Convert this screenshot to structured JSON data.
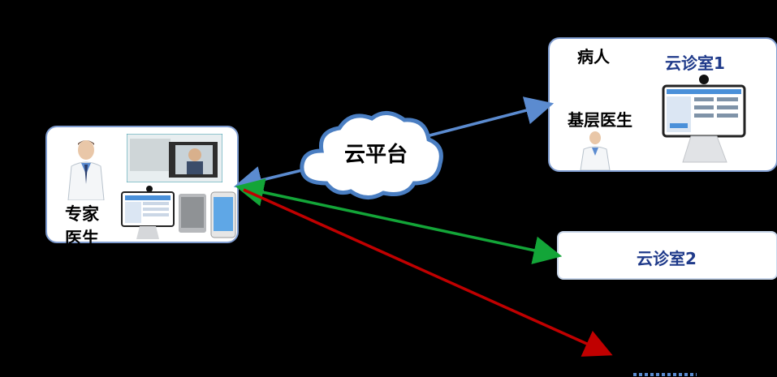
{
  "expert": {
    "title_line1": "专家",
    "title_line2": "医生"
  },
  "cloud": {
    "label": "云平台"
  },
  "clinic1": {
    "patient": "病人",
    "name": "云诊室1",
    "doctor": "基层医生"
  },
  "clinic2": {
    "name": "云诊室2"
  },
  "colors": {
    "blue_arrow": "#5b8bd0",
    "green_arrow": "#13a538",
    "red_arrow": "#c00000",
    "clinic_label": "#1f3a8a"
  }
}
